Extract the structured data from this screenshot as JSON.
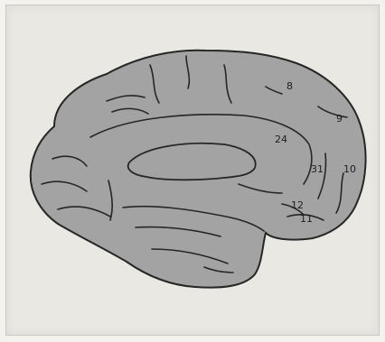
{
  "figure": {
    "colors": {
      "background": "#e9e8e3",
      "brain_fill": "#a3a3a3",
      "outline": "#262626"
    },
    "labels": [
      {
        "id": "area-8",
        "text": "8"
      },
      {
        "id": "area-9",
        "text": "9"
      },
      {
        "id": "area-24",
        "text": "24"
      },
      {
        "id": "area-31",
        "text": "31"
      },
      {
        "id": "area-10",
        "text": "10"
      },
      {
        "id": "area-12",
        "text": "12"
      },
      {
        "id": "area-11",
        "text": "11"
      }
    ]
  }
}
